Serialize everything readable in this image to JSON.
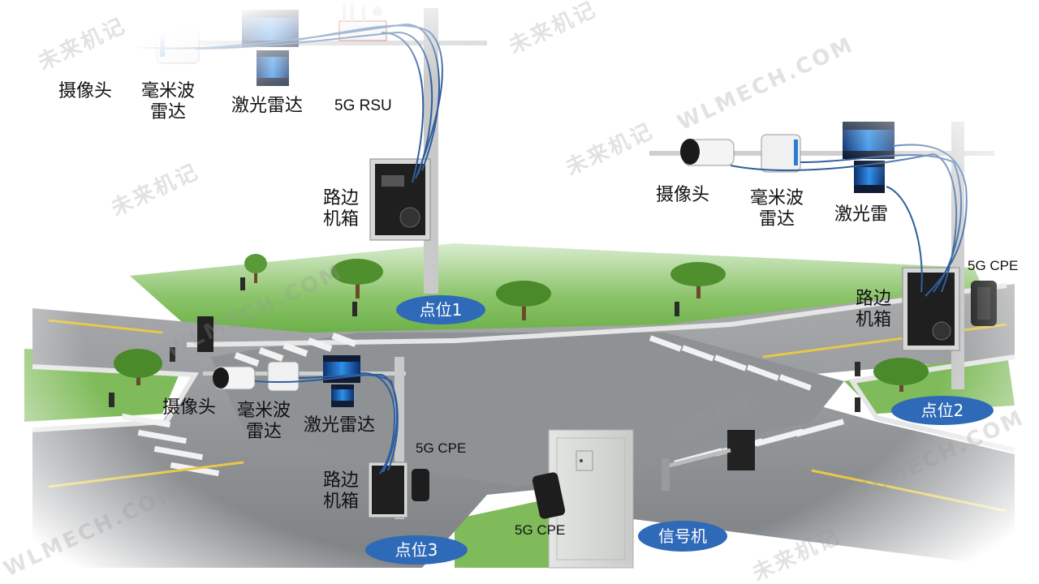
{
  "site1": {
    "camera": "摄像头",
    "mmwave_line1": "毫米波",
    "mmwave_line2": "雷达",
    "lidar": "激光雷达",
    "rsu": "5G RSU",
    "cabinet_line1": "路边",
    "cabinet_line2": "机箱",
    "badge": "点位1"
  },
  "site2": {
    "camera": "摄像头",
    "mmwave_line1": "毫米波",
    "mmwave_line2": "雷达",
    "lidar": "激光雷",
    "cpe": "5G CPE",
    "cabinet_line1": "路边",
    "cabinet_line2": "机箱",
    "badge": "点位2"
  },
  "site3": {
    "camera": "摄像头",
    "mmwave_line1": "毫米波",
    "mmwave_line2": "雷达",
    "lidar": "激光雷达",
    "cpe": "5G CPE",
    "cabinet_line1": "路边",
    "cabinet_line2": "机箱",
    "badge": "点位3"
  },
  "signal": {
    "cpe": "5G CPE",
    "badge": "信号机"
  },
  "watermark": {
    "text_cn": "未来机记",
    "text_en": "WLMECH.COM"
  },
  "colors": {
    "badge": "#2e6ab8",
    "cable": "#2f5f9e",
    "pole": "#c9c9c9",
    "road": "#8a8d90",
    "grass": "#5fa83a",
    "lidar_band": "#1e78d2"
  }
}
